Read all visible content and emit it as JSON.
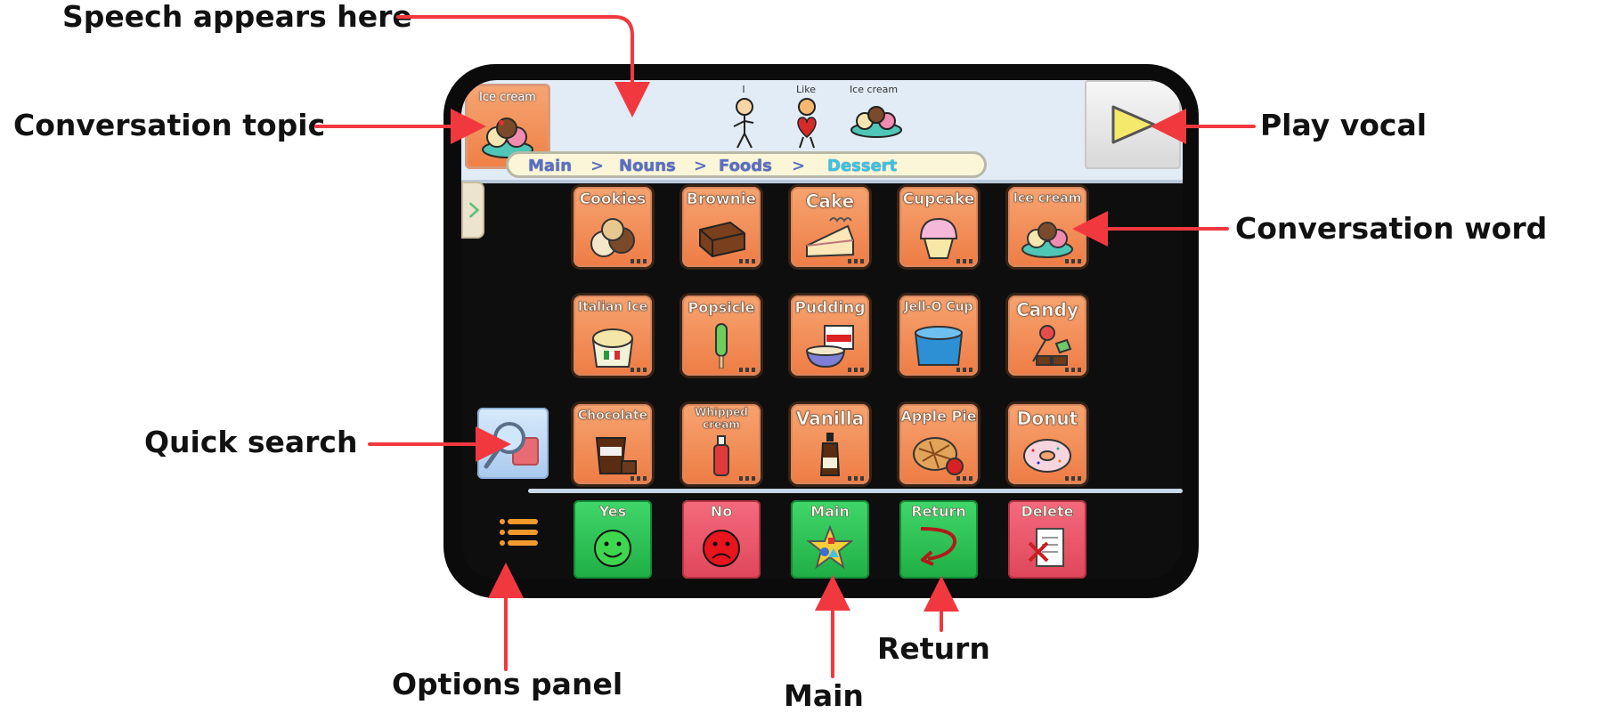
{
  "callouts": {
    "speech": "Speech appears here",
    "topic": "Conversation topic",
    "play": "Play vocal",
    "word": "Conversation word",
    "quick_search": "Quick search",
    "options": "Options panel",
    "main": "Main",
    "return": "Return"
  },
  "topic_tile": {
    "label": "Ice cream"
  },
  "speech_bar": {
    "words": [
      "I",
      "Like",
      "Ice cream"
    ]
  },
  "breadcrumb": {
    "items": [
      "Main",
      "Nouns",
      "Foods",
      "Dessert"
    ],
    "separator": ">"
  },
  "grid": {
    "row1": [
      "Cookies",
      "Brownie",
      "Cake",
      "Cupcake",
      "Ice cream"
    ],
    "row2": [
      "Italian Ice",
      "Popsicle",
      "Pudding",
      "Jell-O Cup",
      "Candy"
    ],
    "row3": [
      "Chocolate",
      "Whipped cream",
      "Vanilla",
      "Apple Pie",
      "Donut"
    ]
  },
  "bottom_bar": [
    "Yes",
    "No",
    "Main",
    "Return",
    "Delete"
  ],
  "colors": {
    "accent_red": "#f2383f",
    "tile_orange": "#ef7f45",
    "green": "#1fae45",
    "red": "#e0465b",
    "breadcrumb_text": "#5a6fc4",
    "breadcrumb_active": "#34c6e6"
  },
  "icons": {
    "topic": "ice-cream-icon",
    "play": "play-triangle-icon",
    "quick_search": "magnifier-icon",
    "options": "options-list-icon"
  }
}
